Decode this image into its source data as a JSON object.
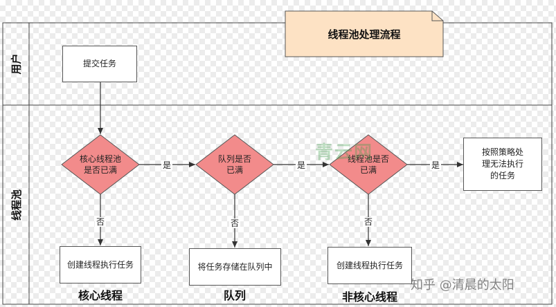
{
  "title": "线程池处理流程",
  "lanes": {
    "user": "用户",
    "pool": "线程池"
  },
  "nodes": {
    "submit": "提交任务",
    "core_full": "核心线程池\n是否已满",
    "queue_full": "队列是否\n已满",
    "pool_full": "线程池是否\n已满",
    "policy": "按照策略处\n理无法执行\n的任务",
    "create_core": "创建线程执行任务",
    "enqueue": "将任务存储在队列中",
    "create_noncore": "创建线程执行任务"
  },
  "edges": {
    "yes": "是",
    "no": "否"
  },
  "bottom_labels": {
    "core": "核心线程",
    "queue": "队列",
    "noncore": "非核心线程"
  },
  "watermark": "青云网",
  "credit": "知乎 @清晨的太阳",
  "colors": {
    "title_bg": "#fde2c4",
    "diamond_fill": "#f28b8b",
    "line": "#333333"
  }
}
